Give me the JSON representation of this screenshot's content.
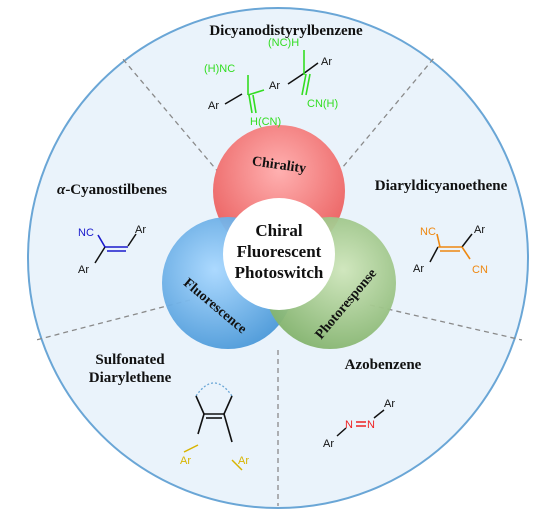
{
  "center": {
    "line1": "Chiral",
    "line2": "Fluorescent",
    "line3": "Photoswitch"
  },
  "petals": {
    "chirality": "Chirality",
    "fluorescence": "Fluorescence",
    "photoresponse": "Photoresponse"
  },
  "sectors": {
    "top": "Dicyanodistyrylbenzene",
    "left_prefix": "α",
    "left_rest": "-Cyanostilbenes",
    "right": "Diaryldicyanoethene",
    "bottom_left_1": "Sulfonated",
    "bottom_left_2": "Diarylethene",
    "bottom_right": "Azobenzene"
  },
  "molecules": {
    "dicyano": {
      "nc_h": "(NC)H",
      "h_nc": "(H)NC",
      "ar_center": "Ar",
      "ar_right": "Ar",
      "ar_left": "Ar",
      "cn_h": "CN(H)",
      "h_cn": "H(CN)"
    },
    "cyanostilbene": {
      "nc": "NC",
      "ar_top": "Ar",
      "ar_bottom": "Ar"
    },
    "diaryldicyano": {
      "nc": "NC",
      "ar_top": "Ar",
      "ar_bottom": "Ar",
      "cn": "CN"
    },
    "diarylethene": {
      "ar_left": "Ar",
      "ar_right": "Ar"
    },
    "azobenzene": {
      "n1": "N",
      "n2": "N",
      "ar_top": "Ar",
      "ar_bottom": "Ar"
    }
  },
  "colors": {
    "disk_fill": "#eaf3fb",
    "disk_border": "#6aa6d6",
    "chirality": "#f07c7c",
    "fluorescence": "#5aa9e6",
    "photoresponse": "#8fbf7a",
    "center_fill": "#ffffff"
  }
}
